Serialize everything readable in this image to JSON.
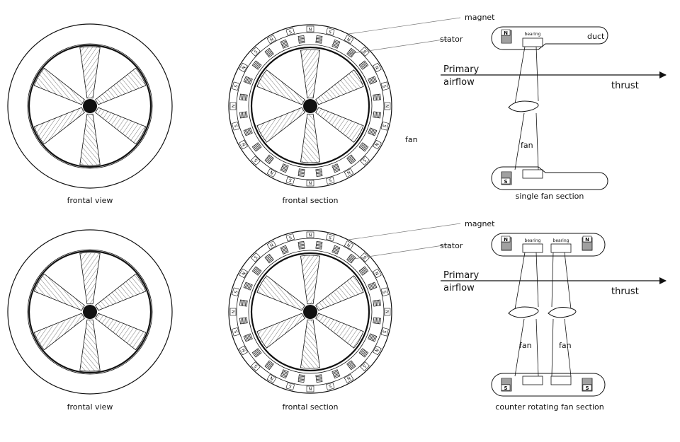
{
  "figure": {
    "row1": {
      "frontal_view_caption": "frontal view",
      "frontal_section_caption": "frontal section",
      "fan_label_left": "fan",
      "section_caption": "single fan section",
      "magnet_label": "magnet",
      "stator_label": "stator",
      "duct_label": "duct",
      "bearing_label": "bearing",
      "primary_airflow_line1": "Primary",
      "primary_airflow_line2": "airflow",
      "thrust_label": "thrust",
      "fan_label": "fan"
    },
    "row2": {
      "frontal_view_caption": "frontal view",
      "frontal_section_caption": "frontal section",
      "section_caption": "counter rotating fan section",
      "magnet_label": "magnet",
      "stator_label": "stator",
      "bearing_label_1": "bearing",
      "bearing_label_2": "bearing",
      "primary_airflow_line1": "Primary",
      "primary_airflow_line2": "airflow",
      "thrust_label": "thrust",
      "fan_label_1": "fan",
      "fan_label_2": "fan"
    },
    "pole_labels": {
      "north": "N",
      "south": "S"
    },
    "colors": {
      "line": "#111111",
      "background": "#ffffff",
      "leader": "#777777"
    }
  }
}
